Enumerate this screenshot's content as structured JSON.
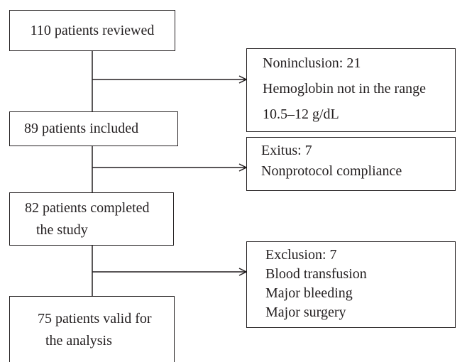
{
  "flow": {
    "reviewed": "110 patients reviewed",
    "included": "89 patients included",
    "completed": [
      "82 patients completed",
      "the study"
    ],
    "valid": [
      "75 patients valid for",
      "the analysis"
    ]
  },
  "exclusions": {
    "noninclusion": [
      "Noninclusion: 21",
      "Hemoglobin not in the range",
      "10.5–12 g/dL"
    ],
    "exitus": [
      "Exitus: 7",
      "Nonprotocol compliance"
    ],
    "exclusion": [
      "Exclusion: 7",
      "Blood transfusion",
      "Major bleeding",
      "Major surgery"
    ]
  },
  "colors": {
    "line": "#231f20",
    "text": "#231f20",
    "background": "#ffffff"
  }
}
